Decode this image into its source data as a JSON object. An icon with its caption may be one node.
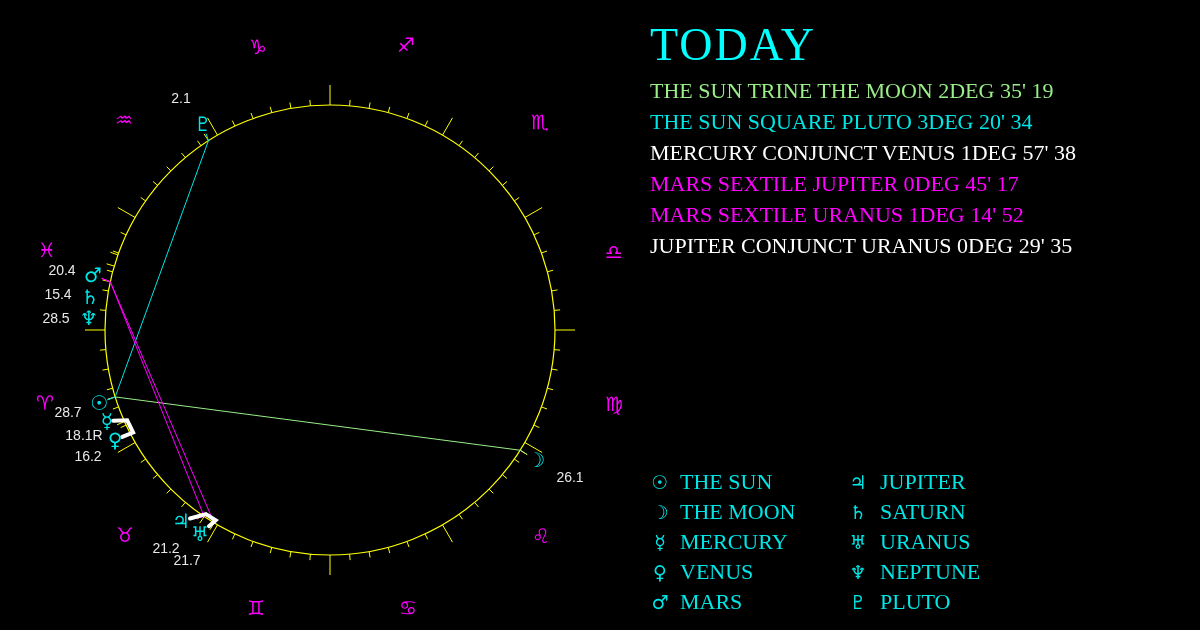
{
  "diagram": {
    "title": "TODAY",
    "nodes": [
      {
        "text": [
          "♇"
        ],
        "beside": [
          "2.1"
        ]
      },
      {
        "text": [
          "♂"
        ],
        "beside": [
          "20.4"
        ]
      },
      {
        "text": [
          "♄"
        ],
        "beside": [
          "15.4"
        ]
      },
      {
        "text": [
          "♆"
        ],
        "beside": [
          "28.5"
        ]
      },
      {
        "text": [
          "☉"
        ],
        "beside": [
          "28.7"
        ]
      },
      {
        "text": [
          "☿"
        ],
        "beside": [
          "18.1R"
        ]
      },
      {
        "text": [
          "♀"
        ],
        "beside": [
          "16.2"
        ]
      },
      {
        "text": [
          "♃"
        ],
        "beside": [
          "21.2"
        ]
      },
      {
        "text": [
          "♅"
        ],
        "beside": [
          "21.7"
        ]
      },
      {
        "text": [
          "☽"
        ],
        "beside": [
          "26.1"
        ]
      }
    ],
    "edges": [
      {
        "from": 4,
        "to": 9,
        "arrow": "none",
        "color": "#99ee88"
      },
      {
        "from": 4,
        "to": 0,
        "arrow": "none",
        "color": "#00e5e5"
      },
      {
        "from": 5,
        "to": 6,
        "arrow": "none",
        "style": "thick",
        "color": "#ffffff"
      },
      {
        "from": 1,
        "to": 7,
        "arrow": "none",
        "color": "#ff00ff"
      },
      {
        "from": 1,
        "to": 8,
        "arrow": "none",
        "color": "#ff00ff"
      },
      {
        "from": 7,
        "to": 8,
        "arrow": "none",
        "style": "thick",
        "color": "#ffffff"
      }
    ],
    "labels": [
      "THE SUN TRINE THE MOON 2DEG 35' 19",
      "THE SUN SQUARE PLUTO 3DEG 20' 34",
      "MERCURY CONJUNCT VENUS 1DEG 57' 38",
      "MARS SEXTILE JUPITER 0DEG 45' 17",
      "MARS SEXTILE URANUS 1DEG 14' 52",
      "JUPITER CONJUNCT URANUS 0DEG 29' 35",
      "☉",
      "THE SUN",
      "♃",
      "JUPITER",
      "☽",
      "THE MOON",
      "♄",
      "SATURN",
      "☿",
      "MERCURY",
      "♅",
      "URANUS",
      "♀",
      "VENUS",
      "♆",
      "NEPTUNE",
      "♂",
      "MARS",
      "♇",
      "PLUTO",
      "♑",
      "♐",
      "♒",
      "♏",
      "♓",
      "♎",
      "♈",
      "♍",
      "♉",
      "♌",
      "♊",
      "♋"
    ]
  }
}
